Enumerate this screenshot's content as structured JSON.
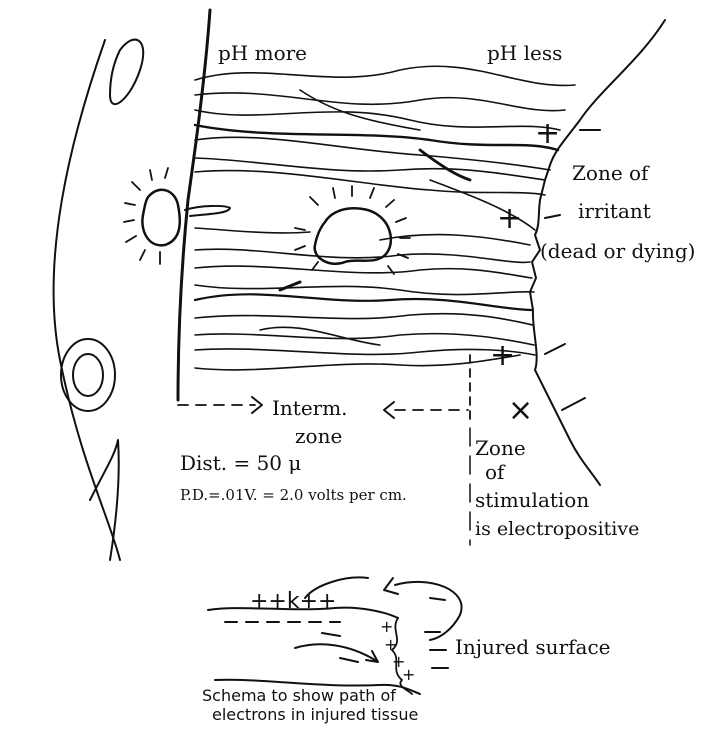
{
  "labels": {
    "ph_more": "pH more",
    "ph_less": "pH less",
    "zone_irritant_1": "Zone of",
    "zone_irritant_2": "irritant",
    "zone_irritant_3": "(dead or dying)",
    "interm_1": "Interm.",
    "interm_2": "zone",
    "dist": "Dist. = 50 μ",
    "pd": "P.D.=.01V. = 2.0 volts per cm.",
    "stim_1": "Zone",
    "stim_2": "of",
    "stim_3": "stimulation",
    "stim_4": "is electropositive",
    "injured_surface": "Injured surface",
    "schema_1": "Schema to show path of",
    "schema_2": "electrons in injured tissue"
  },
  "signs": {
    "plus": "+",
    "minus": "−",
    "times": "×",
    "schema_plus_row": "++k++"
  }
}
